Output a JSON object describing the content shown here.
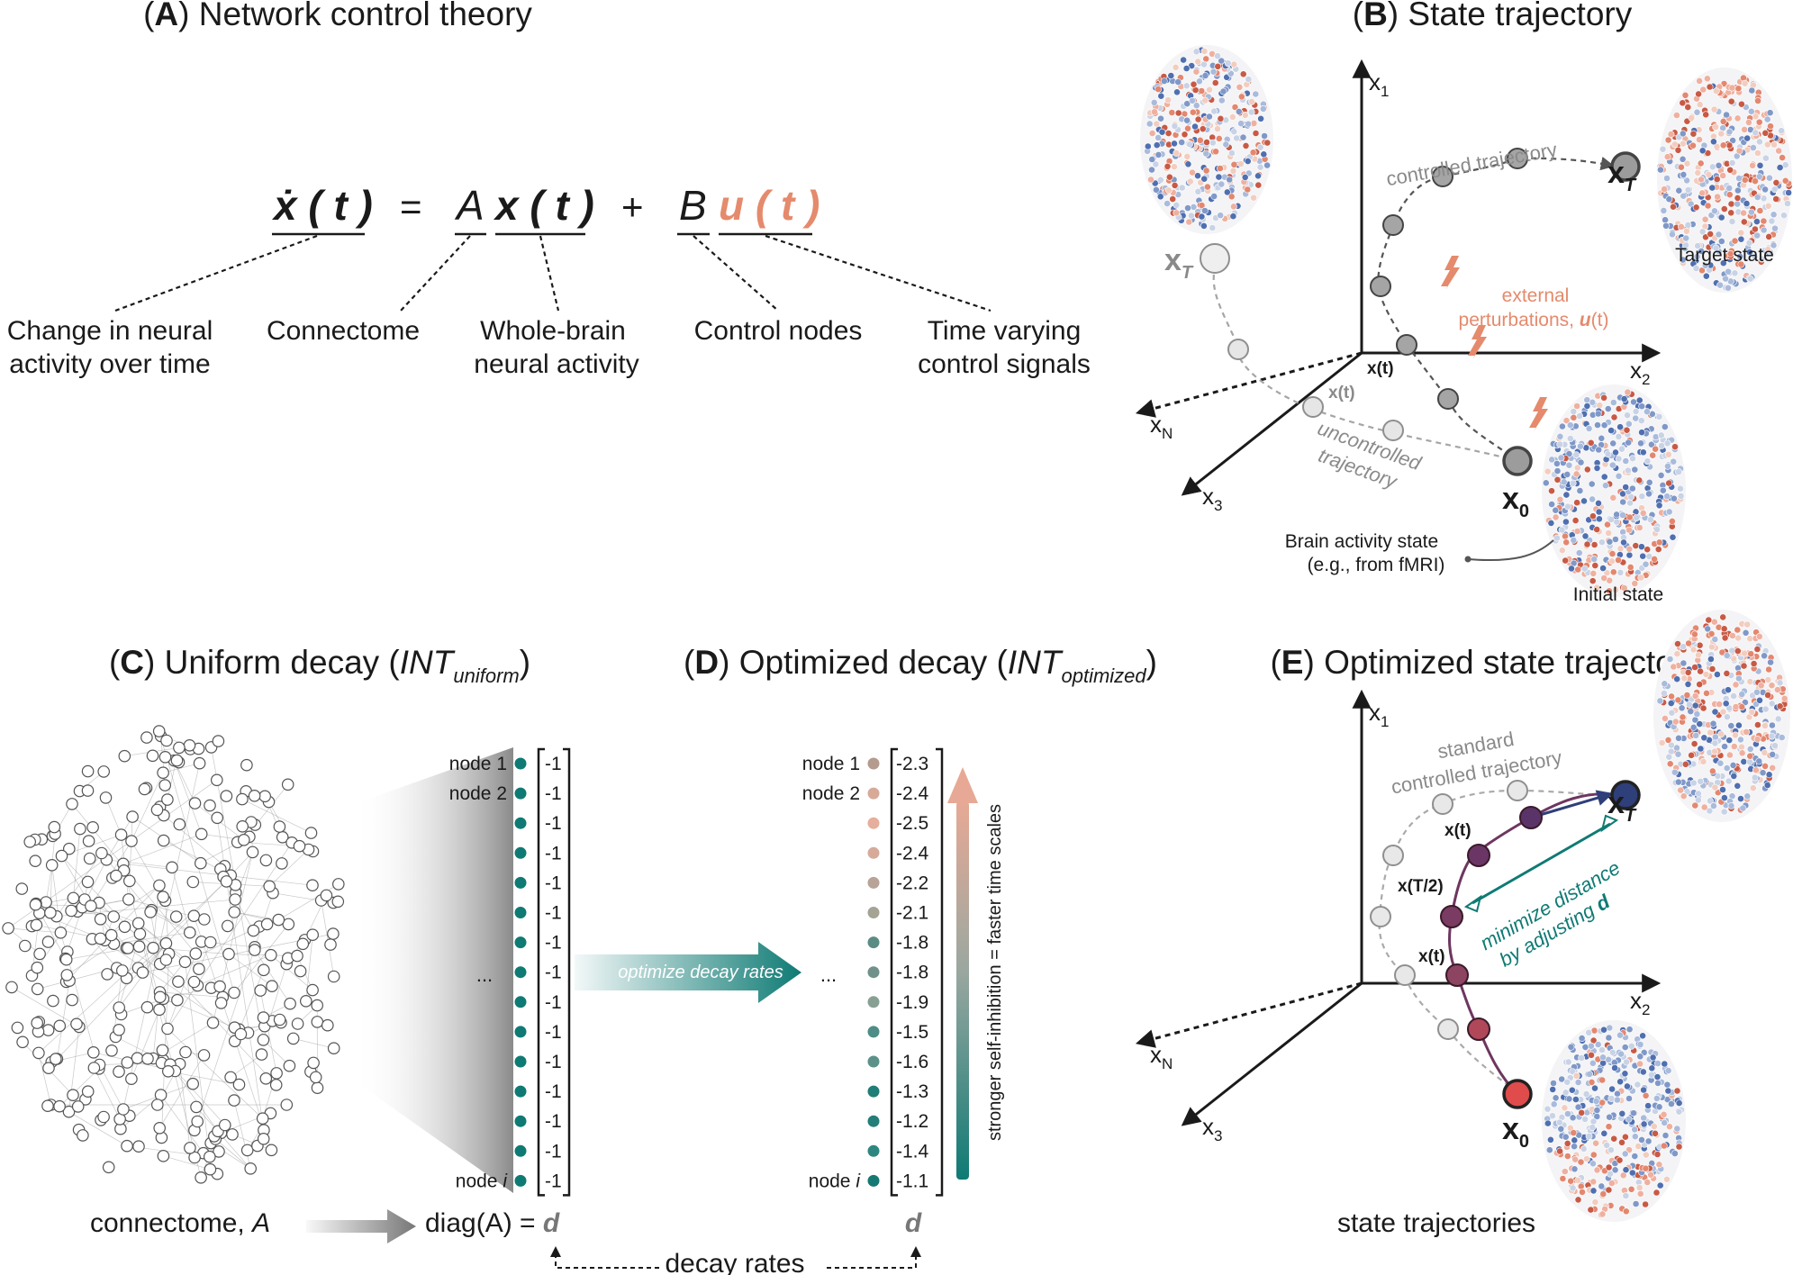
{
  "panels": {
    "A": {
      "letter": "A",
      "title": "Network control theory",
      "equation": {
        "lhs": "ẋ ( t )",
        "eq": "=",
        "A": "A",
        "x": "x ( t )",
        "plus": "+",
        "B": "B",
        "u": "u ( t )"
      },
      "labels": {
        "change_1": "Change in neural",
        "change_2": "activity over time",
        "connectome": "Connectome",
        "whole_1": "Whole-brain",
        "whole_2": "neural activity",
        "control_nodes": "Control nodes",
        "signals_1": "Time varying",
        "signals_2": "control signals"
      }
    },
    "B": {
      "letter": "B",
      "title": "State trajectory",
      "axes": {
        "x1": "x",
        "x1_sub": "1",
        "x2": "x",
        "x2_sub": "2",
        "x3": "x",
        "x3_sub": "3",
        "xN": "x",
        "xN_sub": "N"
      },
      "controlled": "controlled trajectory",
      "uncontrolled_1": "uncontrolled",
      "uncontrolled_2": "trajectory",
      "ext_1": "external",
      "ext_2": "perturbations, ",
      "ext_u": "u",
      "ext_t": "(t)",
      "xt_label": "x(t)",
      "xt_grey": "x(t)",
      "xT": "x",
      "xT_sub": "T",
      "x0": "x",
      "x0_sub": "0",
      "target": "Target state",
      "initial": "Initial state",
      "brain_1": "Brain activity state",
      "brain_2": "(e.g., from fMRI)"
    },
    "C": {
      "letter": "C",
      "title_a": "Uniform decay (",
      "title_it": "INT",
      "title_sub": "uniform",
      "title_b": ")",
      "connectome_label": "connectome, ",
      "connectome_A": "A",
      "diag": "diag(A) = ",
      "d": "d",
      "dots": "...",
      "node_labels": [
        "node 1",
        "node 2",
        "node i"
      ]
    },
    "D": {
      "letter": "D",
      "title_a": "Optimized decay (",
      "title_it": "INT",
      "title_sub": "optimized",
      "title_b": ")",
      "arrow_label": "optimize decay rates",
      "dots": "...",
      "vertical": "stronger self-inhibition = faster time scales",
      "d": "d",
      "decay_rates": "decay rates",
      "node_labels": [
        "node 1",
        "node 2",
        "node i"
      ]
    },
    "E": {
      "letter": "E",
      "title": "Optimized state trajectory",
      "standard_1": "standard",
      "standard_2": "controlled trajectory",
      "xt1": "x(t)",
      "xt_half": "x(T/2)",
      "xt2": "x(t)",
      "minimize_1": "minimize distance",
      "minimize_2": "by adjusting ",
      "minimize_d": "d",
      "state_traj": "state trajectories"
    }
  },
  "uniform_values": [
    "-1",
    "-1",
    "-1",
    "-1",
    "-1",
    "-1",
    "-1",
    "-1",
    "-1",
    "-1",
    "-1",
    "-1",
    "-1",
    "-1",
    "-1"
  ],
  "optimized_values": [
    "-2.3",
    "-2.4",
    "-2.5",
    "-2.4",
    "-2.2",
    "-2.1",
    "-1.8",
    "-1.8",
    "-1.9",
    "-1.5",
    "-1.6",
    "-1.3",
    "-1.2",
    "-1.4",
    "-1.1"
  ],
  "optimized_colors": [
    "#b59a8e",
    "#d7aa98",
    "#e6ae9c",
    "#d6aa99",
    "#b8a398",
    "#a5a394",
    "#5b8c84",
    "#6f9189",
    "#88a094",
    "#4e8d85",
    "#5c918a",
    "#1f7e77",
    "#237e78",
    "#2e8680",
    "#167872"
  ],
  "colors": {
    "teal": "#0f7a74",
    "orange": "#e58a6c",
    "navy": "#2e3f7a",
    "purple": "#6e3660",
    "red": "#e04b4b",
    "grey_node": "#8c8c8c"
  }
}
